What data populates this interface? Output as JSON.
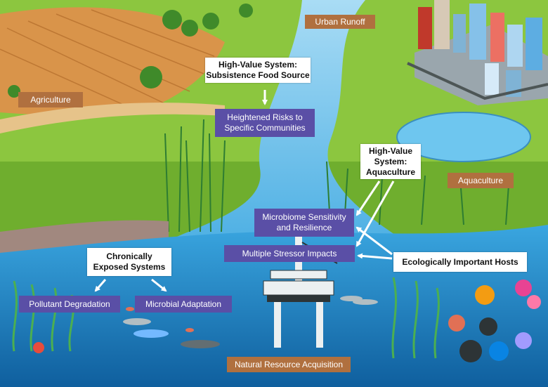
{
  "labels": {
    "urban_runoff": "Urban Runoff",
    "agriculture": "Agriculture",
    "aquaculture": "Aquaculture",
    "natural_resource_acquisition": "Natural Resource Acquisition",
    "high_value_food": "High-Value System:\nSubsistence Food Source",
    "heightened_risks": "Heightened Risks to\nSpecific Communities",
    "high_value_aquaculture": "High-Value\nSystem:\nAquaculture",
    "microbiome_sensitivity": "Microbiome Sensitivity\nand Resilience",
    "multiple_stressor": "Multiple Stressor Impacts",
    "ecologically_important": "Ecologically Important Hosts",
    "chronically_exposed": "Chronically\nExposed Systems",
    "pollutant_degradation": "Pollutant Degradation",
    "microbial_adaptation": "Microbial Adaptation"
  },
  "colors": {
    "source_box": "#b0703f",
    "impact_box": "#5a4fa6",
    "system_box": "#ffffff",
    "sky_land": "#8cc63f",
    "river": "#5fb7e5",
    "ocean": "#1f7fc0",
    "field": "#d9944a"
  }
}
